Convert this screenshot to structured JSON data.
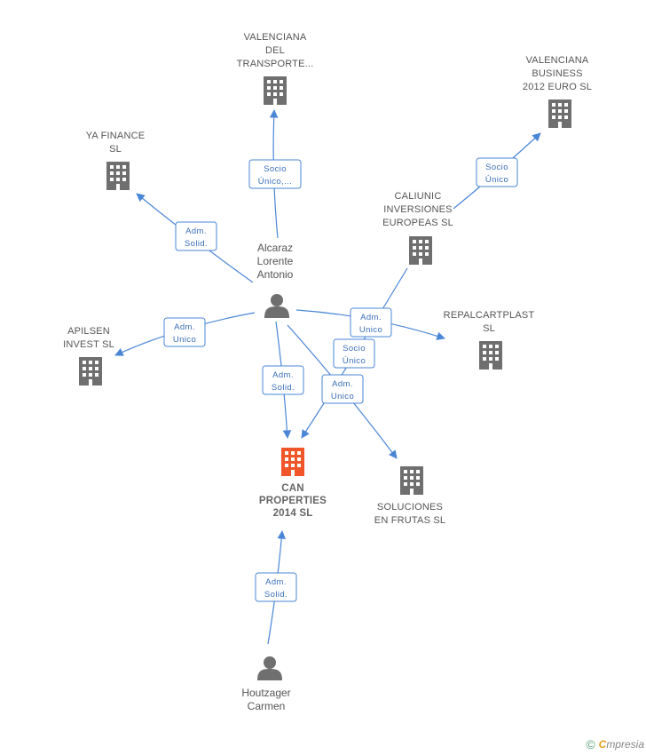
{
  "colors": {
    "edge": "#4a86d6",
    "edge_text": "#3a6fb8",
    "building": "#6f6f6f",
    "building_highlight": "#f0562a",
    "person": "#6f6f6f"
  },
  "center": {
    "id": "can",
    "lines": [
      "CAN",
      "PROPERTIES",
      "2014  SL"
    ],
    "icon": "building-icon"
  },
  "companies": [
    {
      "id": "valenciana_del",
      "lines": [
        "VALENCIANA",
        "DEL",
        "TRANSPORTE..."
      ],
      "icon": "building-icon"
    },
    {
      "id": "valenciana_business",
      "lines": [
        "VALENCIANA",
        "BUSINESS",
        "2012 EURO SL"
      ],
      "icon": "building-icon"
    },
    {
      "id": "ya_finance",
      "lines": [
        "YA FINANCE",
        "SL"
      ],
      "icon": "building-icon"
    },
    {
      "id": "caliunic",
      "lines": [
        "CALIUNIC",
        "INVERSIONES",
        "EUROPEAS SL"
      ],
      "icon": "building-icon"
    },
    {
      "id": "repalcartplast",
      "lines": [
        "REPALCARTPLAST",
        "SL"
      ],
      "icon": "building-icon"
    },
    {
      "id": "apilsen",
      "lines": [
        "APILSEN",
        "INVEST SL"
      ],
      "icon": "building-icon"
    },
    {
      "id": "soluciones",
      "lines": [
        "SOLUCIONES",
        "EN FRUTAS  SL"
      ],
      "icon": "building-icon"
    }
  ],
  "persons": [
    {
      "id": "alcaraz",
      "lines": [
        "Alcaraz",
        "Lorente",
        "Antonio"
      ],
      "icon": "person-icon"
    },
    {
      "id": "houtzager",
      "lines": [
        "Houtzager",
        "Carmen"
      ],
      "icon": "person-icon"
    }
  ],
  "edges": [
    {
      "id": "e_valenciana_del",
      "lines": [
        "Socio",
        "Único,..."
      ]
    },
    {
      "id": "e_ya_finance",
      "lines": [
        "Adm.",
        "Solid."
      ]
    },
    {
      "id": "e_apilsen",
      "lines": [
        "Adm.",
        "Unico"
      ]
    },
    {
      "id": "e_can_alcaraz",
      "lines": [
        "Adm.",
        "Solid."
      ]
    },
    {
      "id": "e_repalcartplast",
      "lines": [
        "Adm.",
        "Unico"
      ]
    },
    {
      "id": "e_caliunic_can",
      "lines": [
        "Socio",
        "Único"
      ]
    },
    {
      "id": "e_soluciones",
      "lines": [
        "Adm.",
        "Unico"
      ]
    },
    {
      "id": "e_valenciana_business",
      "lines": [
        "Socio",
        "Único"
      ]
    },
    {
      "id": "e_houtzager",
      "lines": [
        "Adm.",
        "Solid."
      ]
    }
  ],
  "footer": {
    "copyright_symbol": "©",
    "brand_initial": "C",
    "brand_rest": "mpresia"
  }
}
